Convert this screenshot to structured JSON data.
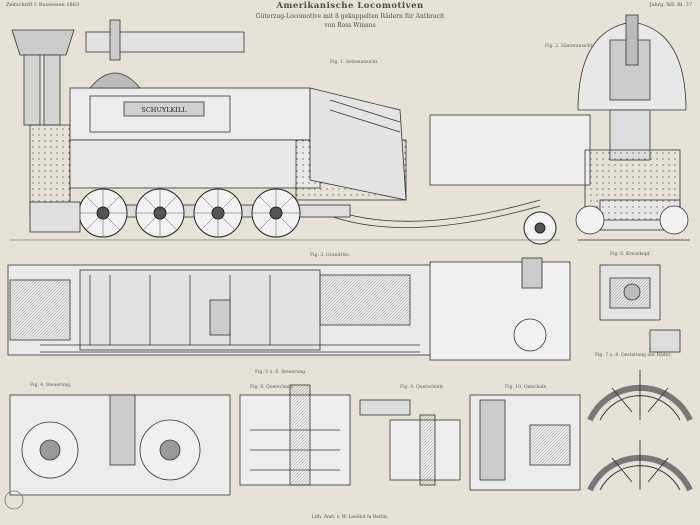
{
  "header_left": "Zeitschrift f. Bauwesen 1863",
  "header_right": "Jahrg. XII. Bl. 37",
  "title": "Amerikanische Locomotiven",
  "subtitle_line1": "Güterzug-Locomotive mit 8 gekuppelten Rädern für Anthracit",
  "subtitle_line2": "von Ross Winans",
  "engine_name_plate": "SCHUYLKILL",
  "figure_labels": {
    "fig1": "Fig. 1. Seitenansicht.",
    "fig2": "Fig. 2. Hinteransicht.",
    "fig3": "Fig. 3. Grundriss.",
    "fig4": "Fig. 4. Steuerung.",
    "fig5": "Fig. 5 u. 6. Steuerung.",
    "fig6": "Fig. 6. Kreuzkopf.",
    "fig7": "Fig. 7 u. 8. Gestaltung der Räder.",
    "fig8": "Fig. 8. Querschnitt",
    "fig9": "Fig. 9. Querschnitt",
    "fig10": "Fig. 10. Oelschale"
  },
  "footer": "Lith. Anst. v. W. Loeillot in Berlin."
}
